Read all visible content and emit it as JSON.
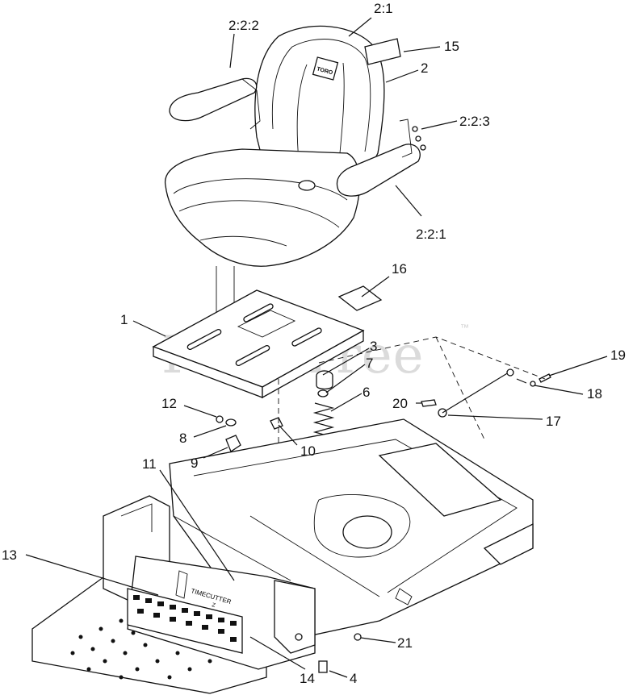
{
  "watermark": {
    "text": "PartsTree",
    "trademark": "™"
  },
  "seat_logo": "TORO",
  "console_label": {
    "brand": "TIMECUTTER",
    "model": "Z"
  },
  "callouts": [
    {
      "id": "2:1",
      "label": "2:1"
    },
    {
      "id": "2:2:2",
      "label": "2:2:2"
    },
    {
      "id": "15",
      "label": "15"
    },
    {
      "id": "2",
      "label": "2"
    },
    {
      "id": "2:2:3",
      "label": "2:2:3"
    },
    {
      "id": "2:2:1",
      "label": "2:2:1"
    },
    {
      "id": "16",
      "label": "16"
    },
    {
      "id": "1",
      "label": "1"
    },
    {
      "id": "3",
      "label": "3"
    },
    {
      "id": "7",
      "label": "7"
    },
    {
      "id": "19",
      "label": "19"
    },
    {
      "id": "6",
      "label": "6"
    },
    {
      "id": "18",
      "label": "18"
    },
    {
      "id": "12",
      "label": "12"
    },
    {
      "id": "20",
      "label": "20"
    },
    {
      "id": "17",
      "label": "17"
    },
    {
      "id": "8",
      "label": "8"
    },
    {
      "id": "10",
      "label": "10"
    },
    {
      "id": "9",
      "label": "9"
    },
    {
      "id": "11",
      "label": "11"
    },
    {
      "id": "13",
      "label": "13"
    },
    {
      "id": "21",
      "label": "21"
    },
    {
      "id": "14",
      "label": "14"
    },
    {
      "id": "4",
      "label": "4"
    }
  ]
}
